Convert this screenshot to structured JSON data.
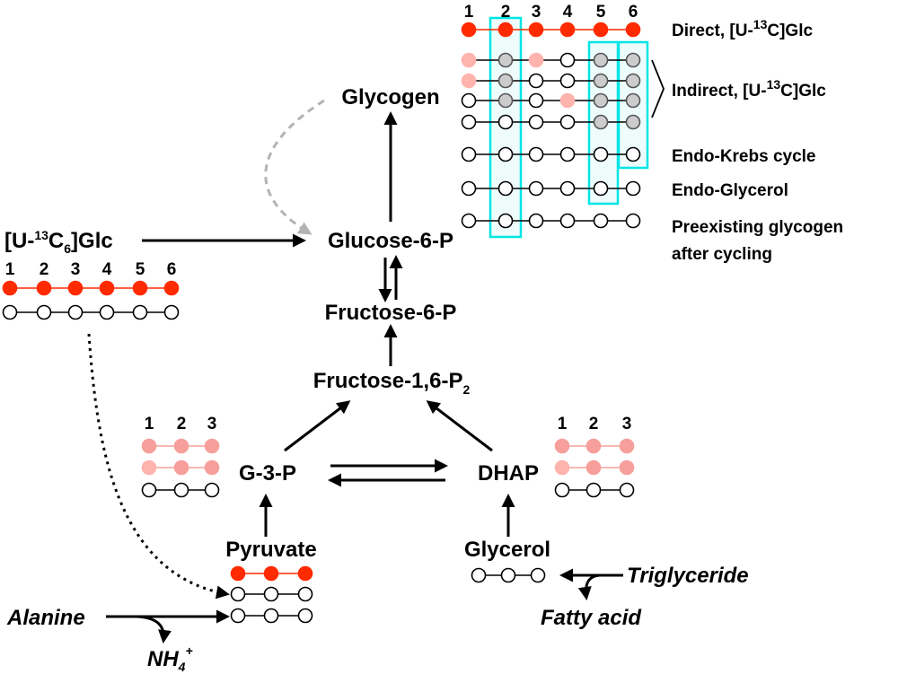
{
  "colors": {
    "labeled": "#ff2a00",
    "partial": "#ffb3ad",
    "medium": "#f79f9a",
    "grey": "#cccccc",
    "highlight": "#00e5e5",
    "highlight_fill": "#eefcfc"
  },
  "metabolites": {
    "glycogen": "Glycogen",
    "g6p": "Glucose-6-P",
    "f6p": "Fructose-6-P",
    "f16p2_main": "Fructose-1,6-P",
    "f16p2_sub": "2",
    "g3p": "G-3-P",
    "dhap": "DHAP",
    "pyruvate": "Pyruvate",
    "glycerol": "Glycerol",
    "triglyceride": "Triglyceride",
    "fatty_acid": "Fatty acid",
    "alanine": "Alanine",
    "nh4_main": "NH",
    "nh4_sub": "4",
    "nh4_sup": "+"
  },
  "tracer": {
    "pre": "[U-",
    "sup": "13",
    "mid": "C",
    "sub": "6",
    "post": "]Glc"
  },
  "glycogen_numbers": [
    "1",
    "2",
    "3",
    "4",
    "5",
    "6"
  ],
  "tracer_numbers": [
    "1",
    "2",
    "3",
    "4",
    "5",
    "6"
  ],
  "triose_numbers": [
    "1",
    "2",
    "3"
  ],
  "legend": {
    "direct_pre": "Direct, [U-",
    "direct_sup": "13",
    "direct_post": "C]Glc",
    "indirect_pre": "Indirect, [U-",
    "indirect_sup": "13",
    "indirect_post": "C]Glc",
    "krebs": "Endo-Krebs cycle",
    "glycerol": "Endo-Glycerol",
    "preexisting_1": "Preexisting glycogen",
    "preexisting_2": "after cycling"
  }
}
